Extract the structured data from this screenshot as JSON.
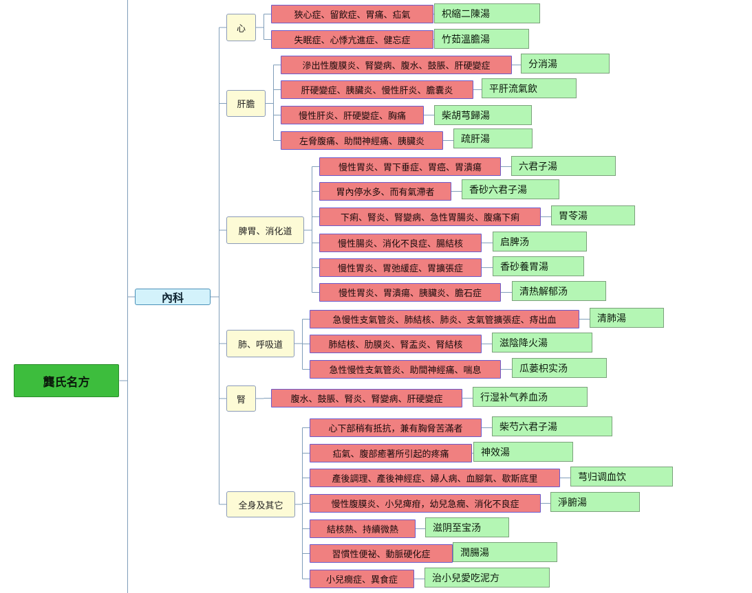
{
  "root": {
    "label": "龔氏名方"
  },
  "department": {
    "label": "內科"
  },
  "categories": [
    {
      "name": "心",
      "items": [
        {
          "symptoms": "狹心症、留飲症、胃痛、疝氣",
          "formula": "枳縮二陳湯"
        },
        {
          "symptoms": "失眠症、心悸亢進症、健忘症",
          "formula": "竹茹溫膽湯"
        }
      ]
    },
    {
      "name": "肝膽",
      "items": [
        {
          "symptoms": "滲出性腹膜炎、腎變病、腹水、鼓脹、肝硬變症",
          "formula": "分消湯"
        },
        {
          "symptoms": "肝硬變症、胰臟炎、慢性肝炎、膽囊炎",
          "formula": "平肝流氣飲"
        },
        {
          "symptoms": "慢性肝炎、肝硬變症、胸痛",
          "formula": "柴胡芎歸湯"
        },
        {
          "symptoms": "左脅腹痛、助間神經痛、胰臟炎",
          "formula": "疏肝湯"
        }
      ]
    },
    {
      "name": "脾胃、消化道",
      "items": [
        {
          "symptoms": "慢性胃炎、胃下垂症、胃癌、胃潰瘍",
          "formula": "六君子湯"
        },
        {
          "symptoms": "胃內停水多、而有氣滯者",
          "formula": "香砂六君子湯"
        },
        {
          "symptoms": "下痢、腎炎、腎變病、急性胃腸炎、腹痛下痢",
          "formula": "胃苓湯"
        },
        {
          "symptoms": "慢性腸炎、消化不良症、腸結核",
          "formula": "启脾汤"
        },
        {
          "symptoms": "慢性胃炎、胃弛緩症、胃擴張症",
          "formula": "香砂養胃湯"
        },
        {
          "symptoms": "慢性胃炎、胃潰瘍、胰臟炎、膽石症",
          "formula": "清热解郁汤"
        }
      ]
    },
    {
      "name": "肺、呼吸道",
      "items": [
        {
          "symptoms": "急慢性支氣管炎、肺結核、肺炎、支氣管擴張症、痔出血",
          "formula": "清肺湯"
        },
        {
          "symptoms": "肺結核、肋膜炎、腎盂炎、腎結核",
          "formula": "滋陰降火湯"
        },
        {
          "symptoms": "急性慢性支氣管炎、助間神經痛、喘息",
          "formula": "瓜蒌枳实汤"
        }
      ]
    },
    {
      "name": "腎",
      "items": [
        {
          "symptoms": "腹水、鼓脹、腎炎、腎變病、肝硬變症",
          "formula": "行湿补气养血汤"
        }
      ]
    },
    {
      "name": "全身及其它",
      "items": [
        {
          "symptoms": "心下部稍有抵抗，兼有胸脅苦滿者",
          "formula": "柴芍六君子湯"
        },
        {
          "symptoms": "疝氣、腹部癒著所引起的疼痛",
          "formula": "神效湯"
        },
        {
          "symptoms": "產後調理、產後神經症、婦人病、血腳氣、歇斯底里",
          "formula": "芎归调血饮"
        },
        {
          "symptoms": "慢性腹膜炎、小兒痺疳，幼兒急癇、消化不良症",
          "formula": "淨腑湯"
        },
        {
          "symptoms": "結核熱、持續微熱",
          "formula": "滋阴至宝汤"
        },
        {
          "symptoms": "習慣性便祕、動脈硬化症",
          "formula": "潤腸湯"
        },
        {
          "symptoms": "小兒癇症、異食症",
          "formula": "治小兒愛吃泥方"
        }
      ]
    }
  ],
  "colors": {
    "root": "#3dbd3d",
    "department": "#d3f2fb",
    "category": "#fdfbd6",
    "symptom": "#f08080",
    "formula": "#b4f6b4",
    "connector": "#7f9db9"
  }
}
